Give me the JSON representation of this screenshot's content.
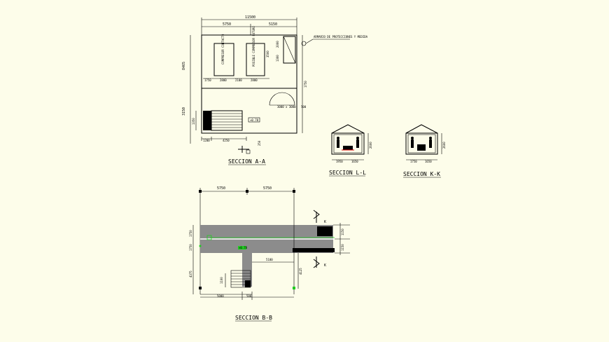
{
  "titles": {
    "aa": "SECCION A-A",
    "ll": "SECCION L-L",
    "kk": "SECCION K-K",
    "bb": "SECCION B-B"
  },
  "plan_aa": {
    "dim_total": "11500",
    "dim_left": "5750",
    "dim_right": "5150",
    "dim_left_height": "8465",
    "dim_lower_left": "3150",
    "dim_stair": "1350",
    "room1": "COMPRESOR CONTACTO",
    "room2": "POSIBLE COMPRESOR FUTURO",
    "room_dims": [
      "1750",
      "2800",
      "2100",
      "2800"
    ],
    "dim_3500": "3500",
    "dim_2000": "2000",
    "dim_1300": "1300",
    "dim_1750": "1750",
    "dim_500": "500",
    "door_label": "3000 x 3000",
    "level_tag": "+0.78",
    "bottom_dims": [
      "1200",
      "4250"
    ],
    "dim_250": "250",
    "note": "ARMARIO DE PROTECCIONES Y MEDIDA"
  },
  "section_ll": {
    "dims": [
      "1950",
      "1650"
    ],
    "height": "2600"
  },
  "section_kk": {
    "dims": [
      "1750",
      "1650"
    ],
    "height": "2600"
  },
  "plan_bb": {
    "top_dims": [
      "5750",
      "5750"
    ],
    "left_dims": [
      "1750",
      "1750",
      "4375"
    ],
    "right_dims": [
      "1150",
      "1150"
    ],
    "mid_dim": "5100",
    "right_height": "4125",
    "tag": "+0.78",
    "stair_dim": "1100",
    "bottom_dims": [
      "5000",
      "500"
    ],
    "k_mark": "K"
  }
}
